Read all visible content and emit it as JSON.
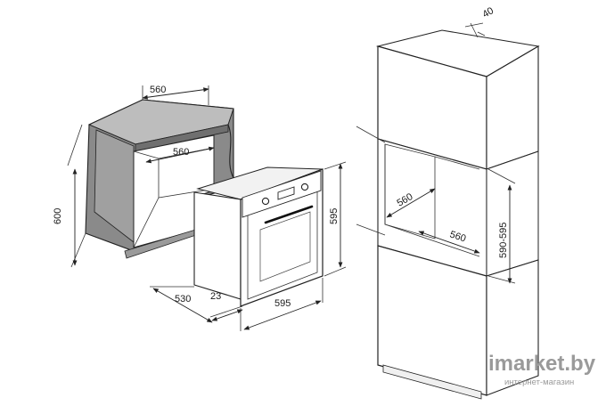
{
  "left_assembly": {
    "top_width": "560",
    "inner_width": "560",
    "cabinet_height": "600",
    "oven_height": "595",
    "oven_depth": "530",
    "front_thickness": "23",
    "oven_width": "595"
  },
  "right_column": {
    "top_offset": "40",
    "niche_depth": "560",
    "niche_width": "560",
    "niche_height": "590-595"
  },
  "watermark": {
    "brand": "imarket.by",
    "tagline": "интернет-магазин"
  },
  "colors": {
    "cabinet_fill": "#8a8a8a",
    "line": "#222222",
    "background": "#ffffff",
    "watermark": "#9a9a9a"
  }
}
